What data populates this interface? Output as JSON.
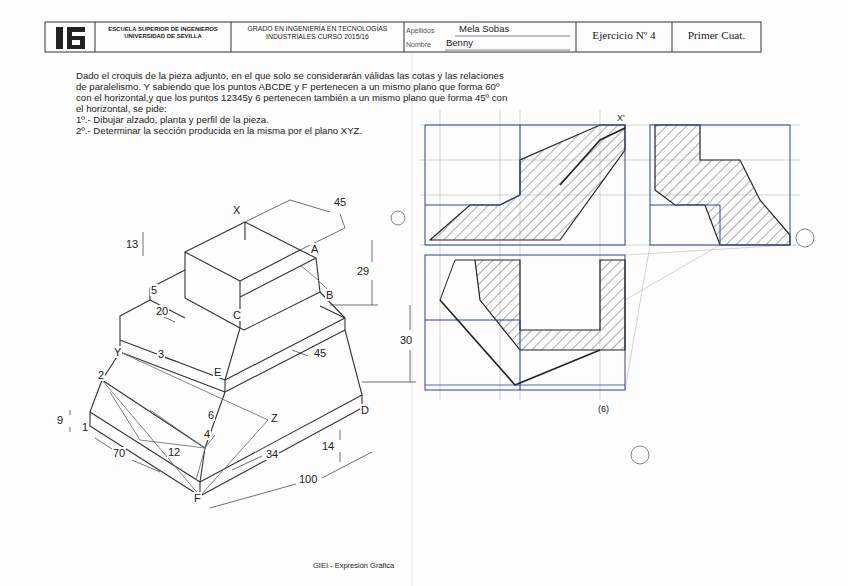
{
  "diagram": {
    "nodes": [
      {
        "text": [
          "ESCUELA SUPERIOR DE INGENIEROS UNIVERSIDAD DE SEVILLA"
        ]
      },
      {
        "text": [
          "GRADO EN INGENIERÍA EN TECNOLOGÍAS INDUSTRIALES CURSO 2015/16"
        ]
      },
      {
        "text": [
          "Apellidos",
          "Mela Sobas",
          "Nombre",
          "Benny"
        ]
      },
      {
        "text": [
          "Ejercicio Nº 4"
        ]
      },
      {
        "text": [
          "Primer Cuat."
        ]
      }
    ],
    "labels": [
      "Dado el croquis de la pieza adjunto, en el que solo se considerarán válidas las cotas y las relaciones de paralelismo. Y sabiendo que los puntos ABCDE y F pertenecen a un mismo plano que forma 60º con el horizontal,y que los puntos 12345y 6 pertenecen también a un mismo plano que forma 45º con el horizontal, se pide:",
      "1º.- Dibujar alzado, planta y perfil de la pieza.",
      "2º.- Determinar la sección producida en la misma por el plano XYZ.",
      "X",
      "45",
      "A",
      "13",
      "29",
      "B",
      "5",
      "20",
      "C",
      "Y",
      "3",
      "45",
      "30",
      "E",
      "2",
      "D",
      "6",
      "Z",
      "9",
      "1",
      "4",
      "70",
      "12",
      "14",
      "34",
      "100",
      "F",
      "GIEI - Expresión Gráfica",
      "X'",
      "(6)"
    ]
  }
}
